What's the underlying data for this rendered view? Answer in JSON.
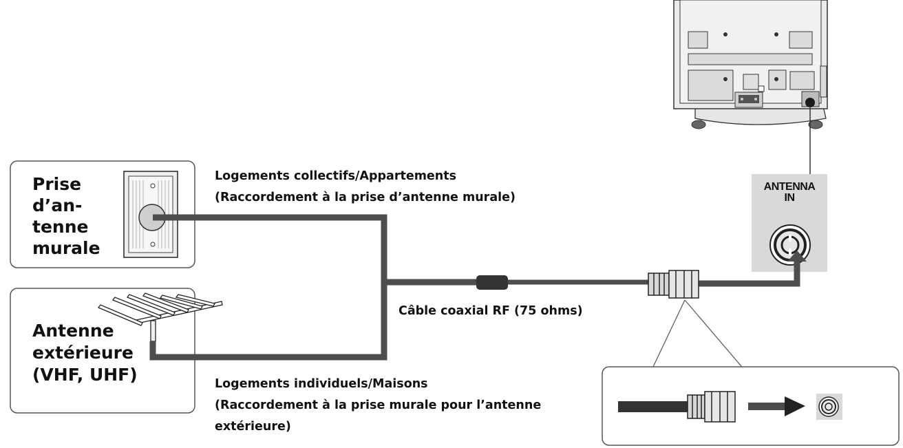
{
  "wall_socket_box": {
    "label_lines": [
      "Prise",
      "d’an-",
      "tenne",
      "murale"
    ]
  },
  "outdoor_antenna_box": {
    "label_lines": [
      "Antenne",
      "extérieure",
      "(VHF, UHF)"
    ]
  },
  "apartments_caption": {
    "lines": [
      "Logements collectifs/Appartements",
      "(Raccordement à la prise d’antenne murale)"
    ]
  },
  "houses_caption": {
    "lines": [
      "Logements individuels/Maisons",
      "(Raccordement à la prise murale pour l’antenne",
      "extérieure)"
    ]
  },
  "cable_caption": "Câble coaxial RF (75 ohms)",
  "tv_panel": {
    "lines": [
      "ANTENNA",
      "IN"
    ]
  },
  "colors": {
    "cable": "#4d4d4d",
    "box_border": "#555555",
    "panel_grey": "#d9d9d9",
    "tv_body": "#ebebeb"
  }
}
